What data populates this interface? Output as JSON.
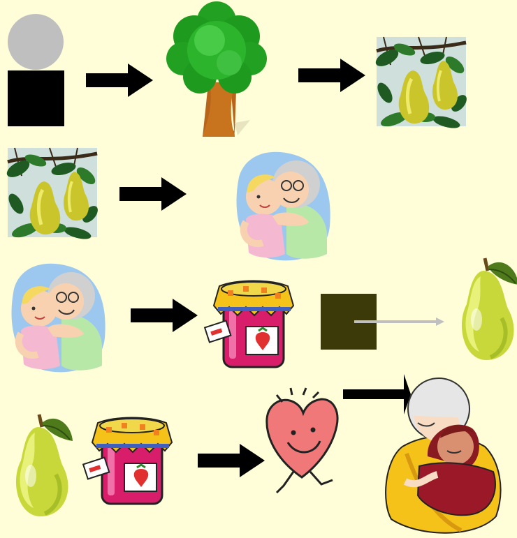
{
  "colors": {
    "background": "#fffed8",
    "arrow": "#000000",
    "pear_light": "#e8f27a",
    "pear_dark": "#8fae1c",
    "leaf": "#4e7a1c",
    "tree_foliage": "#1ea81e",
    "tree_trunk": "#b8651c",
    "jar_body": "#d81e6a",
    "jar_lid": "#f5c21a",
    "heart": "#f07878",
    "dark_square": "#3c3a08",
    "thin_arrow": "#c0c0c0",
    "head_circle": "#bfbfbf"
  },
  "rows": [
    {
      "items": [
        "person-icon",
        "right-arrow",
        "tree-icon",
        "right-arrow",
        "pear-tree-photo"
      ]
    },
    {
      "items": [
        "pear-tree-photo",
        "right-arrow",
        "grandma-hug-clipart"
      ]
    },
    {
      "items": [
        "grandma-hug-clipart",
        "right-arrow",
        "jam-jar-icon",
        "dark-square",
        "thin-arrow",
        "pear-icon"
      ]
    },
    {
      "items": [
        "pear-icon",
        "jam-jar-icon",
        "right-arrow",
        "heart-character-icon",
        "right-arrow",
        "elderly-couple-hug-clipart"
      ]
    }
  ]
}
